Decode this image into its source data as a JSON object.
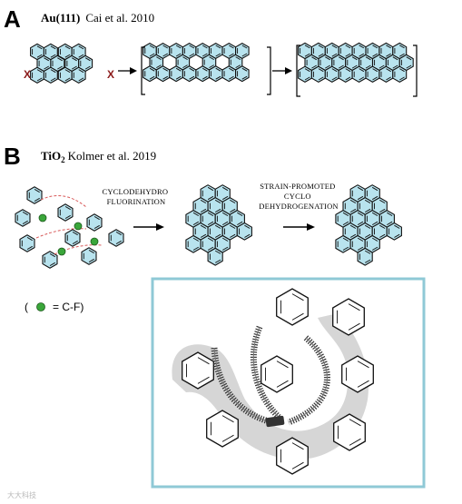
{
  "panel_a": {
    "letter": "A",
    "citation_bold": "Au(111)",
    "citation_rest": "Cai et al. 2010",
    "substituent": "X"
  },
  "panel_b": {
    "letter": "B",
    "citation_main": "TiO",
    "citation_sub": "2",
    "citation_rest": "Kolmer et al. 2019",
    "step1_line1": "CYCLODEHYDRO",
    "step1_line2": "FLUORINATION",
    "step2_line1": "STRAIN-PROMOTED",
    "step2_line2": "CYCLO",
    "step2_line3": "DEHYDROGENATION",
    "legend_open": "(",
    "legend_text": "=  C-F)"
  },
  "colors": {
    "ring_fill": "#b8e3ee",
    "inset_border": "#8fc9d6",
    "inset_shadow": "#cfcfcf",
    "fluorine": "#3aa63a",
    "dash": "#d85a5a"
  },
  "watermark": "大大科技"
}
